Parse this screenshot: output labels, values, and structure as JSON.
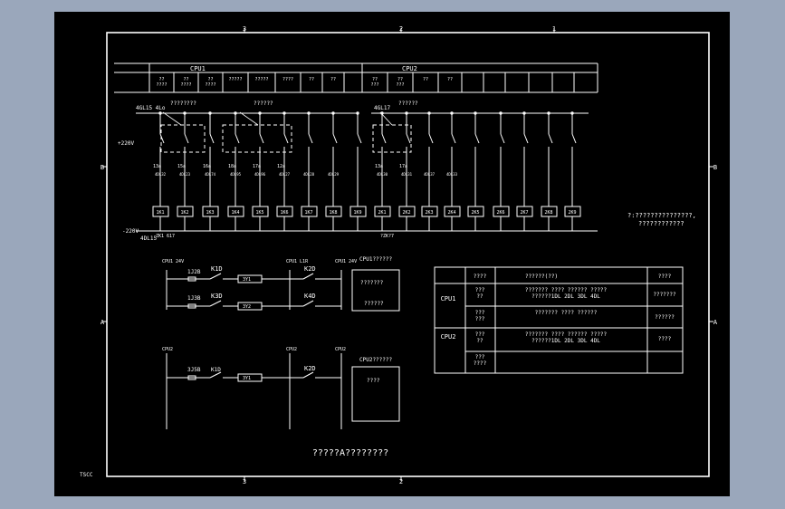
{
  "drawing": {
    "zone_cols": [
      "3",
      "2",
      "1"
    ],
    "zone_rows": [
      "B",
      "A"
    ],
    "corner_label": "TSCC",
    "title": "?????A????????"
  },
  "header_table": {
    "cpu1_label": "CPU1",
    "cpu2_label": "CPU2",
    "cpu1_cells": [
      "??\n????",
      "??\n????",
      "??\n????",
      "?????",
      "?????",
      "????",
      "??",
      "??"
    ],
    "cpu2_cells": [
      "??\n???",
      "??\n???",
      "??",
      "??",
      "",
      "",
      "",
      "",
      ""
    ]
  },
  "power_circuit": {
    "bus_left_label": "4GL15  4Lo",
    "bus_right_label": "4GL17",
    "group1_label": "????????",
    "group2_label": "??????",
    "group3_label": "??????",
    "voltage_plus": "+220V",
    "voltage_minus": "-220V",
    "bottom_left_label": "4DL15",
    "bottom_left_label2": "ZK1 617",
    "bottom_right_label": "?ZK?7",
    "upper_labels": [
      "13a",
      "15a",
      "16a",
      "18a",
      "17a",
      "12a",
      "",
      "",
      "",
      "13a",
      "17a",
      "",
      "",
      "",
      "",
      "",
      "",
      ""
    ],
    "lower_labels": [
      "4DL32",
      "4DL23",
      "4DL74",
      "4DL95",
      "4DL96",
      "4DL27",
      "4DL28",
      "4DL29",
      "",
      "4DL30",
      "4DL31",
      "4DL37",
      "4DL33",
      "",
      "",
      "",
      "",
      ""
    ],
    "relays": [
      "1K1",
      "1K2",
      "1K3",
      "1K4",
      "1K5",
      "1K6",
      "1K7",
      "1K8",
      "1K9",
      "2K1",
      "2K2",
      "2K3",
      "2K4",
      "2K5",
      "2K6",
      "2K7",
      "2K8",
      "2K9"
    ]
  },
  "control_circuit_1": {
    "left_rail": "CPU1\n24V",
    "mid_rail": "CPU1\nL1R",
    "right_rail": "CPU1\n24V",
    "row1": {
      "label_a": "1J2B",
      "contact": "K1D",
      "coil": "3Y1",
      "contact2": "K2D"
    },
    "row2": {
      "label_a": "1J3B",
      "contact": "K3D",
      "coil": "3Y2",
      "contact2": "K4D"
    },
    "box_title": "CPU1??????",
    "box_line1": "???????",
    "box_line2": "??????"
  },
  "control_circuit_2": {
    "left_rail": "CPU2",
    "mid_rail": "CPU2",
    "right_rail": "CPU2",
    "row1": {
      "label_a": "3J5B",
      "contact": "K1D",
      "coil": "3Y1",
      "contact2": "K2D"
    },
    "box_title": "CPU2??????",
    "box_line1": "????"
  },
  "note": {
    "line1": "?:???????????????,",
    "line2": "????????????"
  },
  "legend_table": {
    "headers": [
      "????",
      "??????(??)",
      "????"
    ],
    "rows": [
      {
        "group": "CPU1",
        "id": "???\n??",
        "desc": "??????? ???? ?????? ?????\n??????1DL 2DL 3DL 4DL",
        "code": "???????"
      },
      {
        "group": "",
        "id": "???\n???",
        "desc": "??????? ???? ??????",
        "code": "??????"
      },
      {
        "group": "CPU2",
        "id": "???\n??",
        "desc": "??????? ???? ?????? ?????\n??????1DL 2DL 3DL 4DL",
        "code": "????"
      },
      {
        "group": "",
        "id": "???\n????",
        "desc": "",
        "code": ""
      }
    ]
  },
  "colors": {
    "background": "#9aa7bb",
    "sheet": "#000000",
    "line": "#ffffff"
  }
}
